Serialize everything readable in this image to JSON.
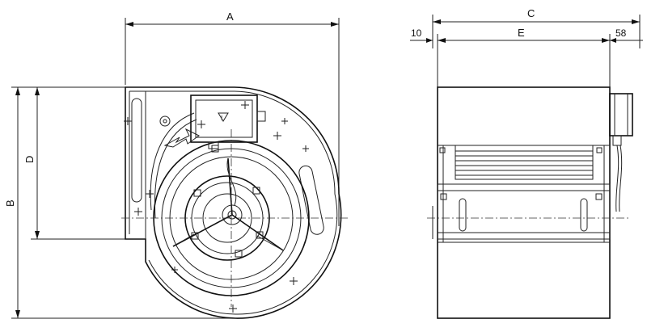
{
  "dimensions": {
    "a": "A",
    "b": "B",
    "c": "C",
    "d": "D",
    "e": "E",
    "ten": "10",
    "fifty_eight": "58"
  }
}
